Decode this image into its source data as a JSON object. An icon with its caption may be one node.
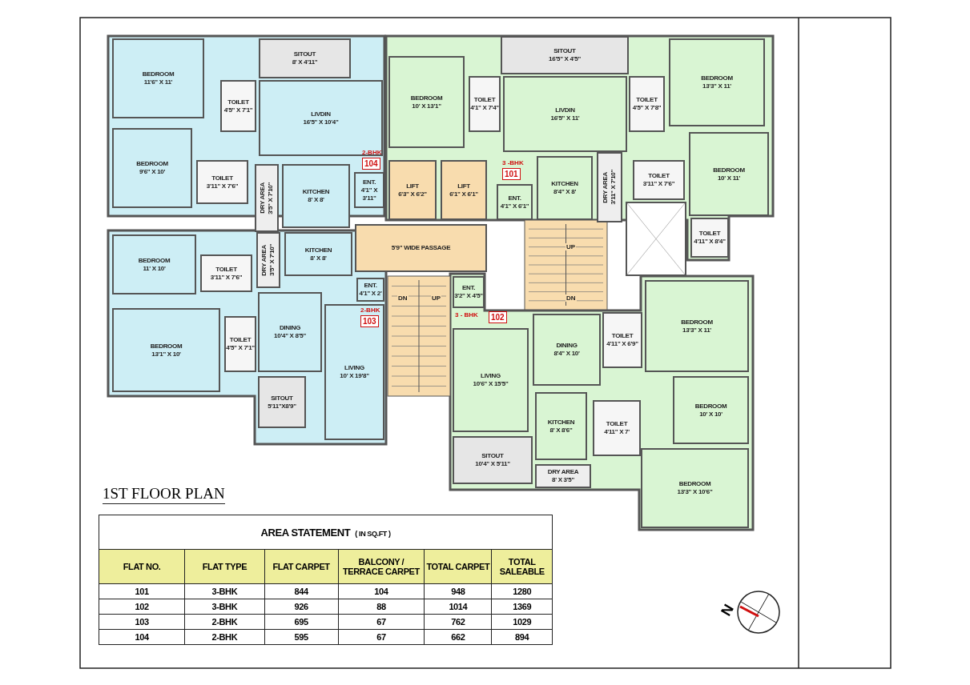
{
  "diagram": {
    "title": "1ST FLOOR PLAN",
    "nodes": [
      {
        "text": [
          "BEDROOM",
          "11'6\" X 11'"
        ]
      },
      {
        "text": [
          "SITOUT",
          "8' X 4'11\""
        ]
      },
      {
        "text": [
          "TOILET",
          "4'5\" X 7'1\""
        ]
      },
      {
        "text": [
          "LIVDIN",
          "16'5\" X 10'4\""
        ]
      },
      {
        "text": [
          "BEDROOM",
          "9'6\" X 10'"
        ]
      },
      {
        "text": [
          "TOILET",
          "3'11\" X 7'6\""
        ]
      },
      {
        "text": [
          "DRY AREA",
          "3'5\" X 7'10\""
        ]
      },
      {
        "text": [
          "KITCHEN",
          "8' X 8'"
        ]
      },
      {
        "text": [
          "ENT.",
          "4'1\" X 3'11\""
        ]
      },
      {
        "text": [
          "SITOUT",
          "16'5\" X 4'5\""
        ]
      },
      {
        "text": [
          "TOILET",
          "4'1\" X 7'4\""
        ]
      },
      {
        "text": [
          "BEDROOM",
          "10' X 13'1\""
        ]
      },
      {
        "text": [
          "LIVDIN",
          "16'5\" X 11'"
        ]
      },
      {
        "text": [
          "BEDROOM",
          "13'3\" X 11'"
        ]
      },
      {
        "text": [
          "TOILET",
          "4'5\" X 7'8\""
        ]
      },
      {
        "text": [
          "BEDROOM",
          "10' X 11'"
        ]
      },
      {
        "text": [
          "TOILET",
          "3'11\" X 7'6\""
        ]
      },
      {
        "text": [
          "LIFT",
          "6'3\" X 6'2\""
        ]
      },
      {
        "text": [
          "LIFT",
          "6'1\" X 6'1\""
        ]
      },
      {
        "text": [
          "ENT.",
          "4'1\" X 6'1\""
        ]
      },
      {
        "text": [
          "KITCHEN",
          "8'4\" X 8'"
        ]
      },
      {
        "text": [
          "DRY AREA",
          "3'11\" X 7'10\""
        ]
      },
      {
        "text": [
          "TOILET",
          "4'11\" X 8'4\""
        ]
      },
      {
        "text": [
          "5'9\" WIDE PASSAGE"
        ]
      },
      {
        "text": [
          "BEDROOM",
          "11' X 10'"
        ]
      },
      {
        "text": [
          "TOILET",
          "3'11\" X 7'6\""
        ]
      },
      {
        "text": [
          "DRY AREA",
          "3'5\" X 7'10\""
        ]
      },
      {
        "text": [
          "KITCHEN",
          "8' X 8'"
        ]
      },
      {
        "text": [
          "ENT.",
          "4'1\" X 2'"
        ]
      },
      {
        "text": [
          "DINING",
          "10'4\" X 8'5\""
        ]
      },
      {
        "text": [
          "LIVING",
          "10' X 19'8\""
        ]
      },
      {
        "text": [
          "BEDROOM",
          "13'1\" X 10'"
        ]
      },
      {
        "text": [
          "TOILET",
          "4'5\" X 7'1\""
        ]
      },
      {
        "text": [
          "SITOUT",
          "5'11\"X8'9\""
        ]
      },
      {
        "text": [
          "ENT.",
          "3'2\" X 4'5\""
        ]
      },
      {
        "text": [
          "LIVING",
          "10'6\" X 15'5\""
        ]
      },
      {
        "text": [
          "DINING",
          "8'4\" X 10'"
        ]
      },
      {
        "text": [
          "TOILET",
          "4'11\" X 6'9\""
        ]
      },
      {
        "text": [
          "BEDROOM",
          "13'3\" X 11'"
        ]
      },
      {
        "text": [
          "KITCHEN",
          "8' X 8'6\""
        ]
      },
      {
        "text": [
          "BEDROOM",
          "10' X 10'"
        ]
      },
      {
        "text": [
          "TOILET",
          "4'11\" X 7'"
        ]
      },
      {
        "text": [
          "SITOUT",
          "10'4\" X 5'11\""
        ]
      },
      {
        "text": [
          "DRY AREA",
          "8' X 3'5\""
        ]
      },
      {
        "text": [
          "BEDROOM",
          "13'3\" X 10'6\""
        ]
      },
      {
        "text": [],
        "shape": "box"
      }
    ],
    "labels": [
      "2-BHK",
      "104",
      "3 -BHK",
      "101",
      "UP",
      "DN",
      "UP",
      "DN",
      "2-BHK",
      "103",
      "3 - BHK",
      "102",
      "AREA STATEMENT",
      "( IN SQ.FT )",
      "FLAT NO.",
      "FLAT TYPE",
      "FLAT CARPET",
      "BALCONY / TERRACE CARPET",
      "TOTAL CARPET",
      "TOTAL SALEABLE",
      "101",
      "3-BHK",
      "844",
      "104",
      "948",
      "1280",
      "102",
      "3-BHK",
      "926",
      "88",
      "1014",
      "1369",
      "103",
      "2-BHK",
      "695",
      "67",
      "762",
      "1029",
      "104",
      "2-BHK",
      "595",
      "67",
      "662",
      "894",
      "N"
    ]
  }
}
